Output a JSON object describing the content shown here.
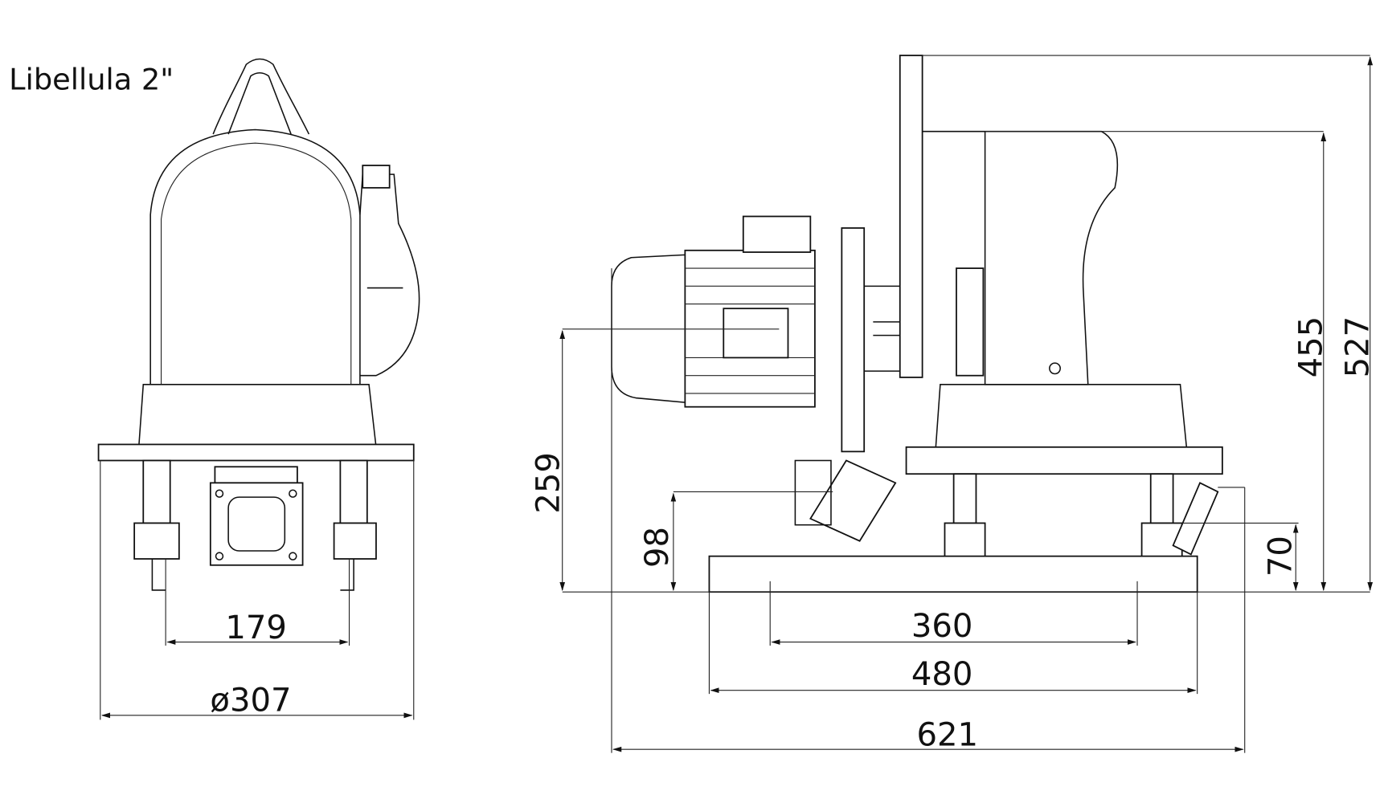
{
  "title": "Libellula 2\"",
  "front_view": {
    "dimensions": {
      "foot_spacing": "179",
      "base_diameter": "ø307"
    }
  },
  "side_view": {
    "dimensions": {
      "shaft_height": "259",
      "inlet_height": "98",
      "outlet_height": "70",
      "housing_height": "455",
      "total_height": "527",
      "foot_spacing": "360",
      "frame_length": "480",
      "total_length": "621"
    }
  }
}
